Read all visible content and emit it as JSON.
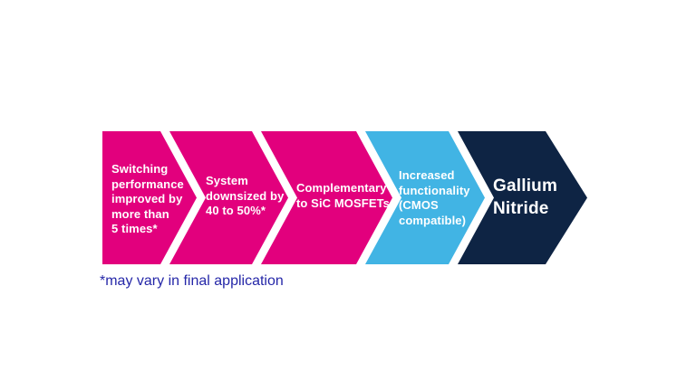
{
  "palette": {
    "magenta": "#E2007D",
    "light_blue": "#41B4E4",
    "navy": "#0E2444",
    "label_text": "#FFFFFF",
    "footnote_blue": "#2527A8",
    "background": "#FFFFFF"
  },
  "diagram": {
    "type": "process-chevron-flow",
    "direction": "left-to-right",
    "steps": [
      {
        "label": "Switching\nperformance\nimproved by\nmore than\n5 times*",
        "color": "#E2007D"
      },
      {
        "label": "System\ndownsized by\n40 to 50%*",
        "color": "#E2007D"
      },
      {
        "label": "Complementary\nto SiC MOSFETs",
        "color": "#E2007D"
      },
      {
        "label": "Increased\nfunctionality\n(CMOS\ncompatible)",
        "color": "#41B4E4"
      },
      {
        "label": "Gallium\nNitride",
        "color": "#0E2444"
      }
    ],
    "footnote": "*may vary in final application"
  }
}
